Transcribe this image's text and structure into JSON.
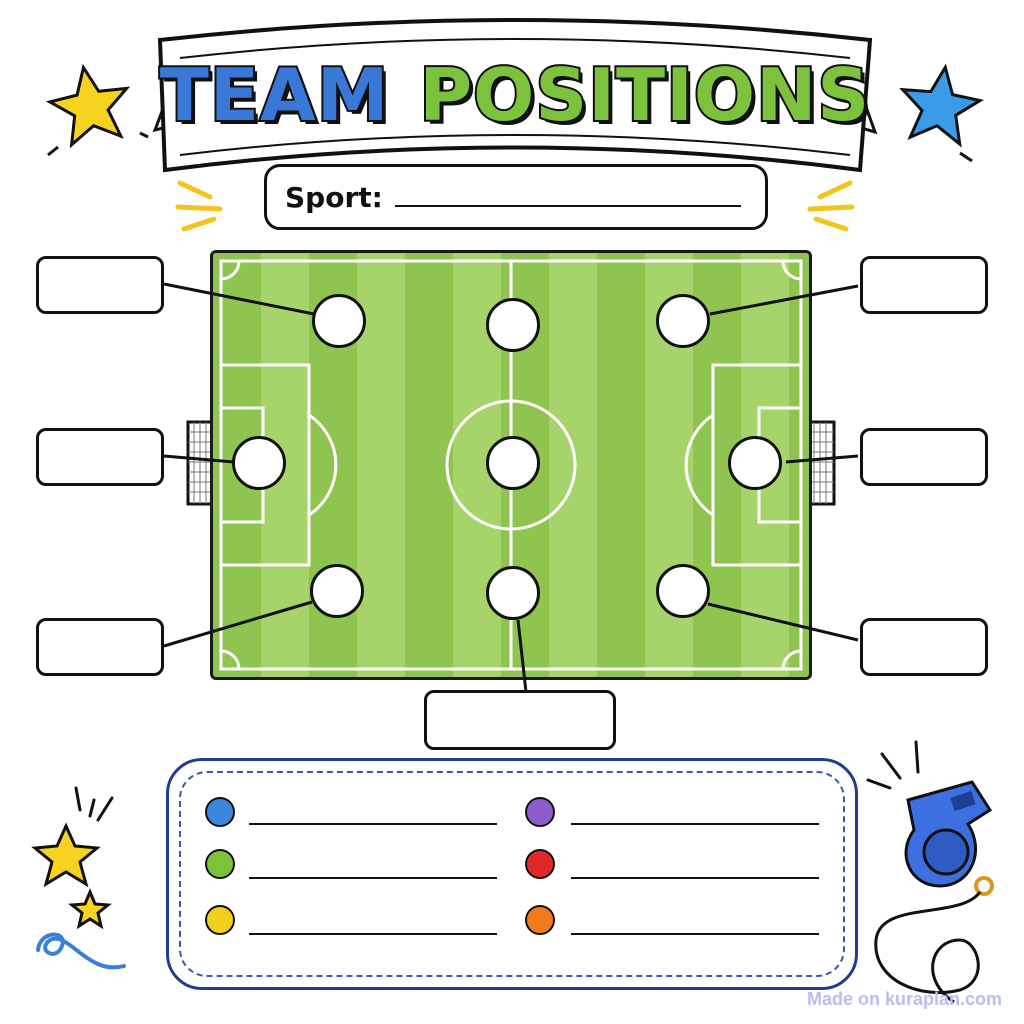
{
  "header": {
    "title_word_1": "TEAM",
    "title_word_2": "POSITIONS",
    "title_word_1_color": "#3a78d8",
    "title_word_2_color": "#7cc23d"
  },
  "sport_field": {
    "label": "Sport:"
  },
  "pitch": {
    "grass_light": "#a6d46a",
    "grass_dark": "#8fc450"
  },
  "notes": {
    "dot_colors": [
      "#3c86dc",
      "#7ec23c",
      "#f2cf1c",
      "#8e5cc8",
      "#e02a2a",
      "#f07a1c"
    ]
  },
  "decorations": {
    "left_star": "star-icon",
    "right_star": "star-icon",
    "whistle": "whistle-icon",
    "star_yellow": "#f6d31e",
    "star_blue": "#3a9ce8"
  },
  "watermark": "Made on kuraplan.com"
}
